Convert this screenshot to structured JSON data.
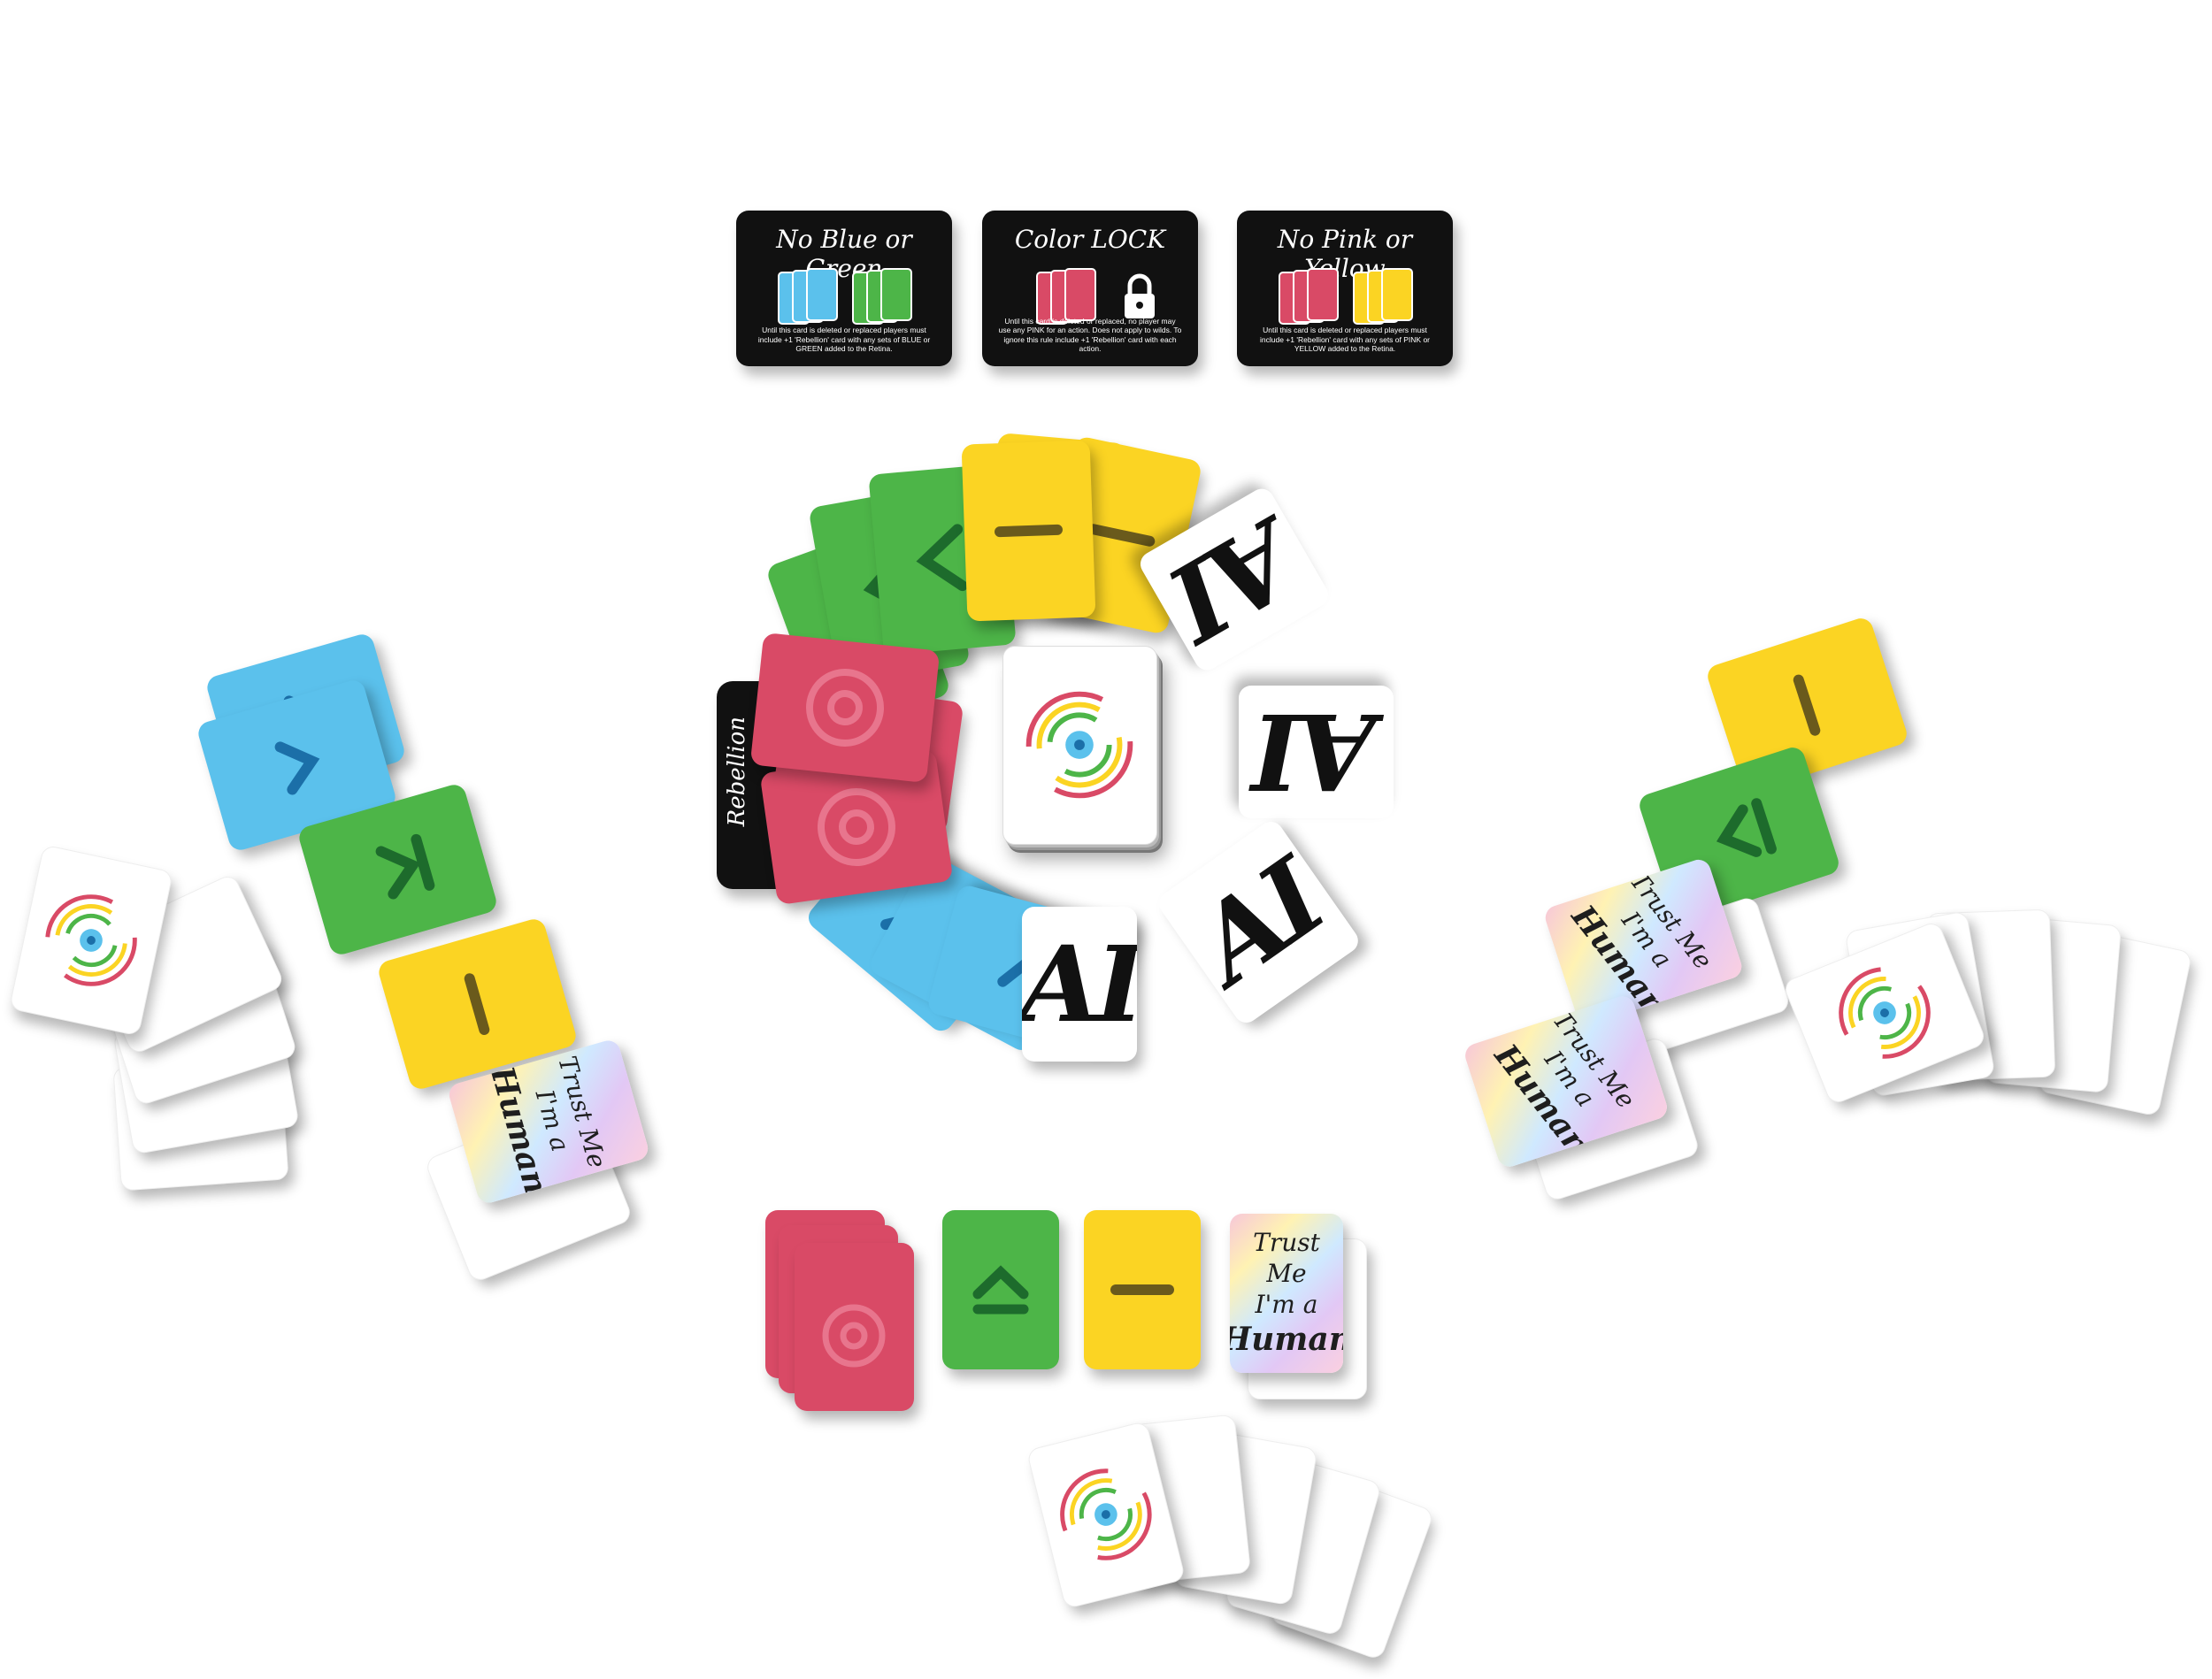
{
  "rule_cards": [
    {
      "title": "No Blue or Green",
      "swatches": [
        "#5bc1ec",
        "#4db548"
      ],
      "lock": false,
      "description": "Until this card is deleted or replaced players must include +1 'Rebellion' card with any sets of BLUE or GREEN added to the Retina."
    },
    {
      "title": "Color LOCK",
      "swatches": [
        "#d94a66"
      ],
      "lock": true,
      "description": "Until this card is deleted or replaced, no player may use any PINK for an action. Does not apply to wilds. To ignore this rule include +1 'Rebellion' card with each action."
    },
    {
      "title": "No Pink or Yellow",
      "swatches": [
        "#d94a66",
        "#fbd423"
      ],
      "lock": false,
      "description": "Until this card is deleted or replaced players must include +1 'Rebellion' card with any sets of PINK or YELLOW added to the Retina."
    }
  ],
  "center": {
    "rebellion_label": "Rebellion",
    "ai_label": "AI"
  },
  "human_card": {
    "line1": "Trust Me",
    "line2": "I'm a",
    "line3": "Human"
  },
  "colors": {
    "blue": "#5bc1ec",
    "green": "#4db548",
    "yellow": "#fbd423",
    "pink": "#d94a66",
    "symbol_blue": "#1b6fa8",
    "symbol_green": "#1d6b2c",
    "symbol_yellow": "#6a5a1c"
  },
  "icons": [
    "retina-eye-icon",
    "target-icon",
    "chevron-right-icon",
    "chevron-left-icon",
    "dash-icon",
    "lock-icon"
  ]
}
